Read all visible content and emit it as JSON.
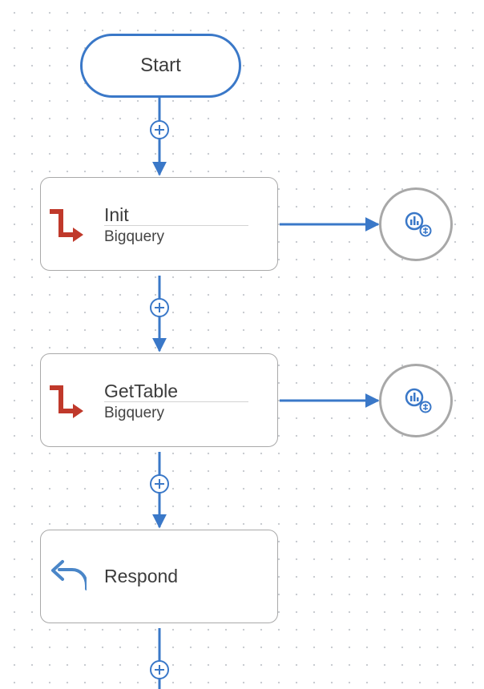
{
  "start": {
    "label": "Start"
  },
  "steps": [
    {
      "title": "Init",
      "subtitle": "Bigquery",
      "icon": "bigquery-connector-icon",
      "icon_color": "#c0392b"
    },
    {
      "title": "GetTable",
      "subtitle": "Bigquery",
      "icon": "bigquery-connector-icon",
      "icon_color": "#c0392b"
    },
    {
      "title": "Respond",
      "icon": "return-arrow-icon",
      "icon_color": "#4a86c8"
    }
  ],
  "side_nodes": [
    {
      "icon": "analytics-output-icon"
    },
    {
      "icon": "analytics-output-icon"
    }
  ],
  "colors": {
    "connector": "#3a78c8",
    "node_border": "#a9a9a9",
    "side_node_border": "#a8a8a8",
    "canvas_dots": "#c9ccd1"
  }
}
